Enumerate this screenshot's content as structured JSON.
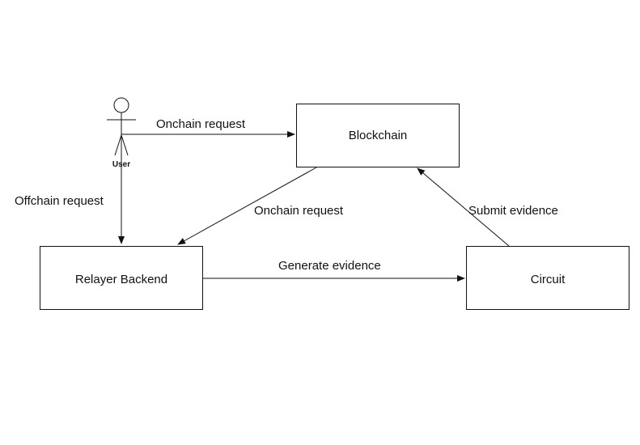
{
  "colors": {
    "stroke": "#111111",
    "background": "#ffffff",
    "actor_head_fill": "#ffffff"
  },
  "actor": {
    "label": "User",
    "icon": "stick-figure-icon"
  },
  "nodes": {
    "blockchain": {
      "label": "Blockchain"
    },
    "relayer_backend": {
      "label": "Relayer Backend"
    },
    "circuit": {
      "label": "Circuit"
    }
  },
  "edges": {
    "user_to_blockchain": {
      "label": "Onchain request"
    },
    "user_to_relayer": {
      "label": "Offchain request"
    },
    "blockchain_to_relayer": {
      "label": "Onchain request"
    },
    "relayer_to_circuit": {
      "label": "Generate evidence"
    },
    "circuit_to_blockchain": {
      "label": "Submit evidence"
    }
  }
}
